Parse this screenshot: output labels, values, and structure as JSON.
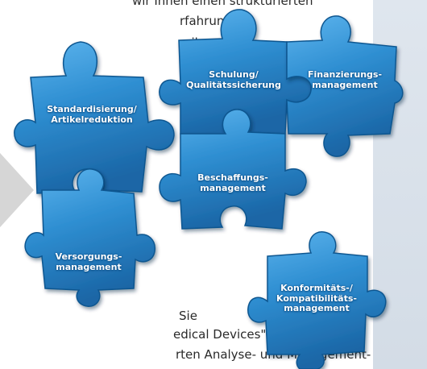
{
  "text_lines": [
    "wir Ihnen einen strukturierten",
    "rfahrungen",
    "nik",
    "Sie",
    "edical Devices\"-",
    "rten Analyse- und Management-"
  ],
  "pieces": {
    "standardisierung": [
      "Standardisierung/",
      "Artikelreduktion"
    ],
    "schulung": [
      "Schulung/",
      "Qualitätssicherung"
    ],
    "finanzierung": [
      "Finanzierungs-",
      "management"
    ],
    "beschaffung": [
      "Beschaffungs-",
      "management"
    ],
    "versorgung": [
      "Versorgungs-",
      "management"
    ],
    "konformitaet": [
      "Konformitäts-/",
      "Kompatibilitäts-",
      "management"
    ]
  },
  "colors": {
    "piece": "#3a9ad9",
    "piece_dark": "#1d6aa8",
    "side_panel": "#d6dee7",
    "arrow": "#d6d6d6"
  }
}
